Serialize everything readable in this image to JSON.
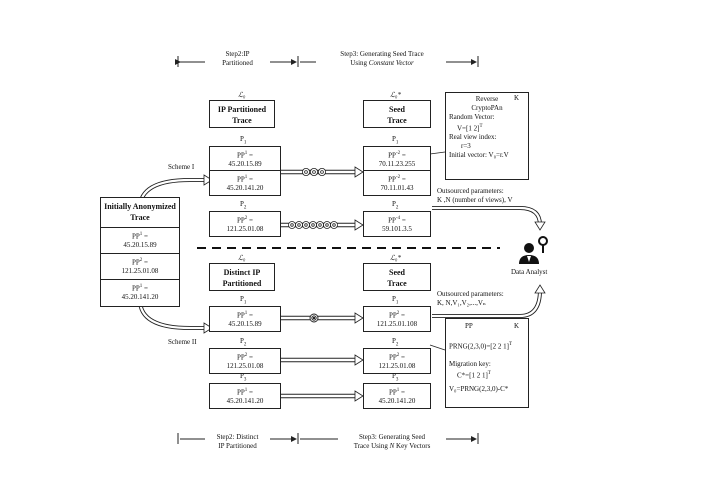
{
  "top_steps": {
    "step2": "Step2:IP\nPartitioned",
    "step3_line1": "Step3: Generating Seed Trace",
    "step3_line2_prefix": "Using ",
    "step3_line2_italic": "Constant Vector"
  },
  "bottom_steps": {
    "step2": "Step2: Distinct\nIP Partitioned",
    "step3_line1": "Step3: Generating Seed",
    "step3_line2_prefix": "Trace Using ",
    "step3_line2_italic": "N",
    "step3_line2_suffix": " Key Vectors"
  },
  "initial": {
    "title": "Initially Anonymized\nTrace",
    "rows": [
      {
        "pp": "PP",
        "sup": "1",
        "eq": "=",
        "ip": "45.20.15.89"
      },
      {
        "pp": "PP",
        "sup": "2",
        "eq": "=",
        "ip": "121.25.01.08"
      },
      {
        "pp": "PP",
        "sup": "1",
        "eq": "=",
        "ip": "45.20.141.20"
      }
    ]
  },
  "scheme1": {
    "label": "Scheme I",
    "ip_title_sym": "ℒ₀",
    "ip_title": "IP Partitioned\nTrace",
    "seed_title_sym": "ℒ₀*",
    "seed_title": "Seed\nTrace",
    "ip_groups": [
      {
        "p": "P",
        "psub": "1",
        "rows": [
          {
            "pp": "PP",
            "sup": "1",
            "eq": "=",
            "ip": "45.20.15.89"
          },
          {
            "pp": "PP",
            "sup": "1",
            "eq": "=",
            "ip": "45.20.141.20"
          }
        ]
      },
      {
        "p": "P",
        "psub": "2",
        "rows": [
          {
            "pp": "PP",
            "sup": "2",
            "eq": "=",
            "ip": "121.25.01.08"
          }
        ]
      }
    ],
    "seed_groups": [
      {
        "p": "P",
        "psub": "1",
        "rows": [
          {
            "pp": "PP",
            "sup": "-2",
            "eq": "=",
            "ip": "70.11.23.255"
          },
          {
            "pp": "PP",
            "sup": "-2",
            "eq": "=",
            "ip": "70.11.01.43"
          }
        ]
      },
      {
        "p": "P",
        "psub": "2",
        "rows": [
          {
            "pp": "PP",
            "sup": "-4",
            "eq": "=",
            "ip": "59.101.3.5"
          }
        ]
      }
    ],
    "info": {
      "title": "Reverse\nCryptoPAn",
      "key": "K",
      "random_vector": "Random Vector:",
      "v_prefix": "V=",
      "v_vec": "[1 2]",
      "v_sup": "T",
      "real_view": "Real view index:",
      "r_val": "r=3",
      "initial_vector": "Initial vector: V₀=r.V"
    },
    "outsourced": "Outsourced parameters:\nK ,N (number of views), V"
  },
  "scheme2": {
    "label": "Scheme II",
    "ip_title_sym": "ℒ₀",
    "ip_title": "Distinct IP\nPartitioned",
    "seed_title_sym": "ℒ₀*",
    "seed_title": "Seed\nTrace",
    "ip_groups": [
      {
        "p": "P",
        "psub": "1",
        "rows": [
          {
            "pp": "PP",
            "sup": "1",
            "eq": "=",
            "ip": "45.20.15.89"
          }
        ]
      },
      {
        "p": "P",
        "psub": "2",
        "rows": [
          {
            "pp": "PP",
            "sup": "2",
            "eq": "=",
            "ip": "121.25.01.08"
          }
        ]
      },
      {
        "p": "P",
        "psub": "3",
        "rows": [
          {
            "pp": "PP",
            "sup": "1",
            "eq": "=",
            "ip": "45.20.141.20"
          }
        ]
      }
    ],
    "seed_groups": [
      {
        "p": "P",
        "psub": "1",
        "rows": [
          {
            "pp": "PP",
            "sup": "2",
            "eq": "=",
            "ip": "121.25.01.108"
          }
        ]
      },
      {
        "p": "P",
        "psub": "2",
        "rows": [
          {
            "pp": "PP",
            "sup": "2",
            "eq": "=",
            "ip": "121.25.01.08"
          }
        ]
      },
      {
        "p": "P",
        "psub": "3",
        "rows": [
          {
            "pp": "PP",
            "sup": "1",
            "eq": "=",
            "ip": "45.20.141.20"
          }
        ]
      }
    ],
    "info": {
      "title": "PP",
      "key": "K",
      "prng": "PRNG(2,3,0)=",
      "prng_vec": "[2 2 1]",
      "prng_sup": "T",
      "migration": "Migration key:",
      "c_prefix": "C*=",
      "c_vec": "[1 2 1]",
      "c_sup": "T",
      "v0": "V₀=PRNG(2,3,0)-C*"
    },
    "outsourced": "Outsourced parameters:\nK, N,V₁,V₂,...,Vₙ"
  },
  "analyst": "Data Analyst"
}
